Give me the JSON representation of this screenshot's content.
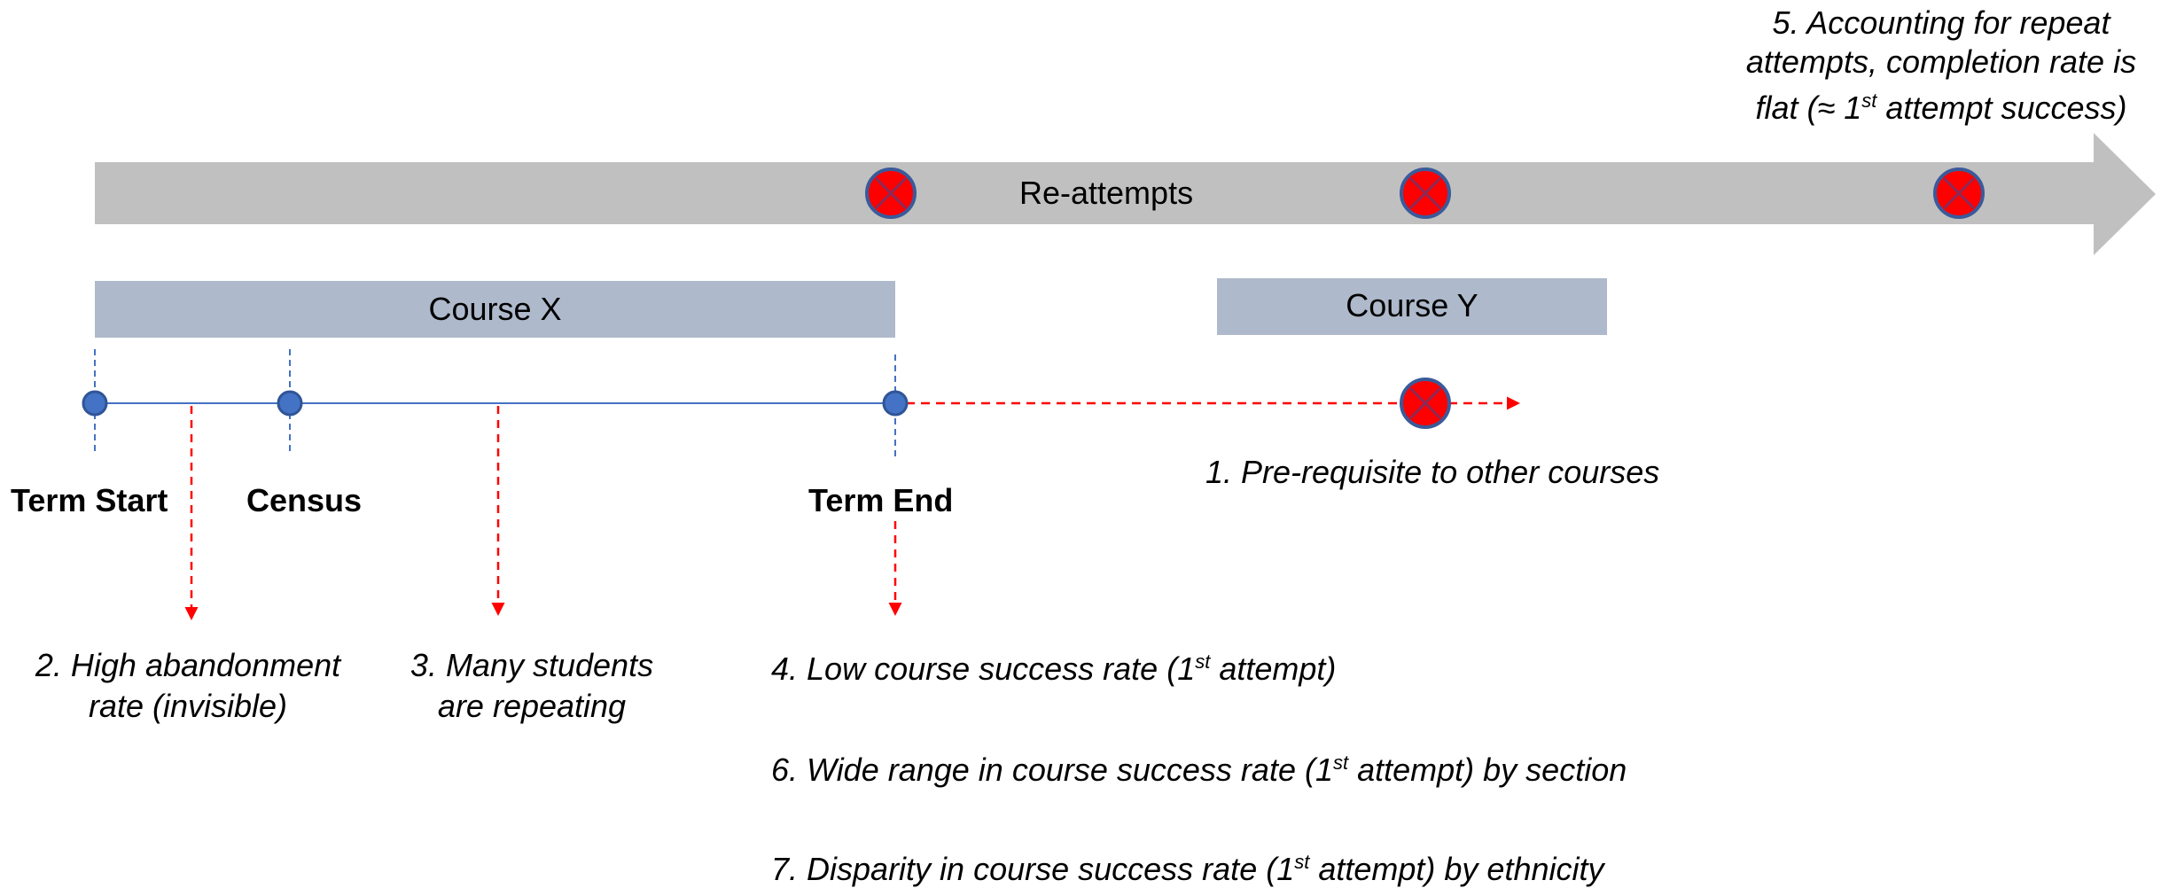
{
  "arrow_label": "Re-attempts",
  "courses": {
    "x": "Course X",
    "y": "Course Y"
  },
  "timeline": {
    "term_start": "Term Start",
    "census": "Census",
    "term_end": "Term End"
  },
  "notes": {
    "n1": "1. Pre-requisite to other courses",
    "n2_line1": "2. High abandonment",
    "n2_line2": "rate (invisible)",
    "n3_line1": "3. Many students",
    "n3_line2": "are repeating",
    "n4_pre": "4. Low course success rate (1",
    "n4_sup": "st",
    "n4_post": " attempt)",
    "n5_line1": "5. Accounting for repeat",
    "n5_line2": "attempts, completion rate is",
    "n5_line3_pre": "flat (≈ 1",
    "n5_line3_sup": "st",
    "n5_line3_post": " attempt success)",
    "n6_pre": "6. Wide range in course success rate (1",
    "n6_sup": "st",
    "n6_post": " attempt) by section",
    "n7_pre": "7. Disparity in course success rate (1",
    "n7_sup": "st",
    "n7_post": " attempt) by ethnicity"
  },
  "icons": {
    "fail_marker": "x-circle-icon",
    "timeline_point": "dot-icon"
  },
  "colors": {
    "arrow": "#c0c0c0",
    "course_bar": "#aeb9cb",
    "timeline": "#4472c4",
    "dot": "#2f5597",
    "red": "#ff0000",
    "marker_ring": "#3a5a9a"
  }
}
